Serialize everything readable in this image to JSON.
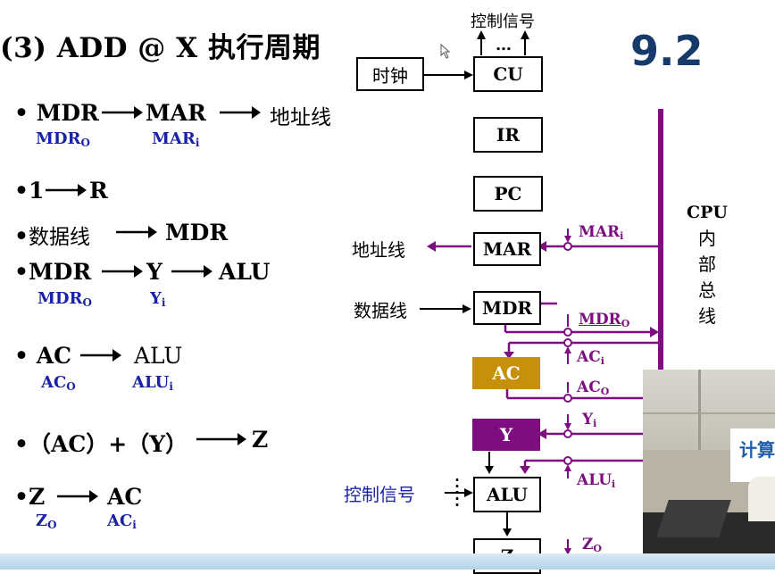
{
  "slide": {
    "title": "(3) ADD @ X  执行周期",
    "version": "9.2",
    "steps": {
      "s1_a": "MDR",
      "s1_b": "MAR",
      "s1_c": "地址线",
      "s1_sig_a": "MDR",
      "s1_sig_a_sub": "O",
      "s1_sig_b": "MAR",
      "s1_sig_b_sub": "i",
      "s2_a": "1",
      "s2_b": "R",
      "s3_a": "数据线",
      "s3_b": "MDR",
      "s4_a": "MDR",
      "s4_b": "Y",
      "s4_c": "ALU",
      "s4_sig_a": "MDR",
      "s4_sig_a_sub": "O",
      "s4_sig_b": "Y",
      "s4_sig_b_sub": "i",
      "s5_a": "AC",
      "s5_b": "ALU",
      "s5_sig_a": "AC",
      "s5_sig_a_sub": "O",
      "s5_sig_b": "ALU",
      "s5_sig_b_sub": "i",
      "s6_a": "（AC）+（Y）",
      "s6_b": "Z",
      "s7_a": "Z",
      "s7_b": "AC",
      "s7_sig_a": "Z",
      "s7_sig_a_sub": "O",
      "s7_sig_b": "AC",
      "s7_sig_b_sub": "i",
      "bullet": "•"
    }
  },
  "diagram": {
    "top_signal": "控制信号",
    "dots": "…",
    "clock": "时钟",
    "cu": "CU",
    "ir": "IR",
    "pc": "PC",
    "mar": "MAR",
    "mdr": "MDR",
    "ac": "AC",
    "y": "Y",
    "alu": "ALU",
    "z": "Z",
    "address_line": "地址线",
    "data_line": "数据线",
    "ctrl_signal": "控制信号",
    "bus_label": [
      "CPU",
      "内",
      "部",
      "总",
      "线"
    ],
    "sig_mari": "MAR",
    "sig_mari_sub": "i",
    "sig_mdro": "MDR",
    "sig_mdro_sub": "O",
    "sig_aci": "AC",
    "sig_aci_sub": "i",
    "sig_aco": "AC",
    "sig_aco_sub": "O",
    "sig_yi": "Y",
    "sig_yi_sub": "i",
    "sig_alui": "ALU",
    "sig_alui_sub": "i",
    "sig_zo": "Z",
    "sig_zo_sub": "O"
  },
  "video": {
    "caption": "计算"
  },
  "colors": {
    "signal_blue": "#1a22a8",
    "bus_purple": "#7d0e80",
    "ac_gold": "#c8900a",
    "version_navy": "#163a6a"
  }
}
